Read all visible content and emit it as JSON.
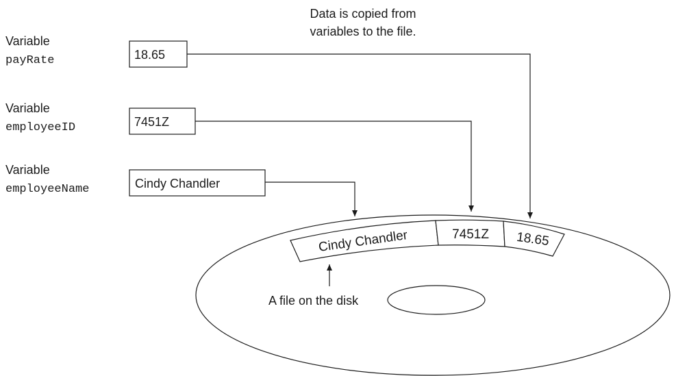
{
  "caption": {
    "line1": "Data is copied from",
    "line2": "variables to the file."
  },
  "variables": [
    {
      "label": "Variable",
      "name": "payRate",
      "value": "18.65"
    },
    {
      "label": "Variable",
      "name": "employeeID",
      "value": "7451Z"
    },
    {
      "label": "Variable",
      "name": "employeeName",
      "value": "Cindy Chandler"
    }
  ],
  "file_record": {
    "fields": [
      "Cindy Chandler",
      "7451Z",
      "18.65"
    ]
  },
  "disk_label": "A file on the disk"
}
